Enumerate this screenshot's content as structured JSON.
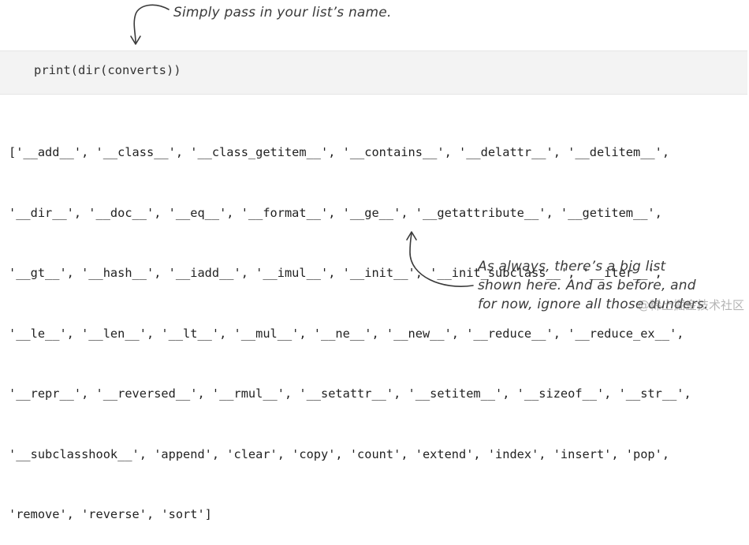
{
  "annotations": {
    "top": "Simply pass in your list’s name.",
    "bottom_lines": [
      "As always, there’s a big list",
      "shown here. And as before, and",
      "for now, ignore all those dunders."
    ]
  },
  "code": {
    "input": "print(dir(converts))"
  },
  "output": {
    "lines": [
      "['__add__', '__class__', '__class_getitem__', '__contains__', '__delattr__', '__delitem__',",
      "'__dir__', '__doc__', '__eq__', '__format__', '__ge__', '__getattribute__', '__getitem__',",
      "'__gt__', '__hash__', '__iadd__', '__imul__', '__init__', '__init_subclass__', '__iter__',",
      "'__le__', '__len__', '__lt__', '__mul__', '__ne__', '__new__', '__reduce__', '__reduce_ex__',",
      "'__repr__', '__reversed__', '__rmul__', '__setattr__', '__setitem__', '__sizeof__', '__str__',",
      "'__subclasshook__', 'append', 'clear', 'copy', 'count', 'extend', 'index', 'insert', 'pop',",
      "'remove', 'reverse', 'sort']"
    ]
  },
  "watermark": "@稀土掘金技术社区"
}
